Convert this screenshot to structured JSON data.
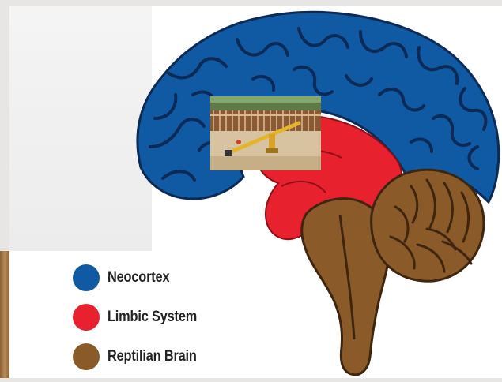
{
  "legend": {
    "items": [
      {
        "label": "Neocortex",
        "color": "#0f5aa3"
      },
      {
        "label": "Limbic System",
        "color": "#e8212f"
      },
      {
        "label": "Reptilian Brain",
        "color": "#8a5a28"
      }
    ]
  },
  "colors": {
    "neocortex": "#0f5aa3",
    "neocortex_outline": "#0c2a55",
    "limbic": "#e8212f",
    "reptilian": "#8a5a28",
    "reptilian_outline": "#3e2510",
    "background": "#ffffff"
  },
  "photo": {
    "subject": "playground seesaw in sand with wooden fence"
  }
}
